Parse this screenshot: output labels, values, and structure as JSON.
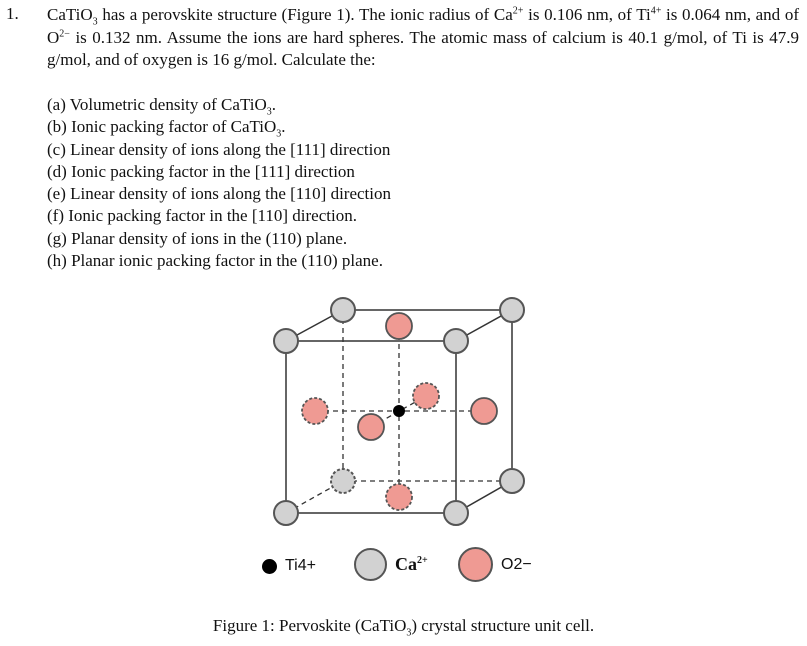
{
  "problem": {
    "number": "1.",
    "formula": "CaTiO",
    "formula_sub": "3",
    "t1": "has a perovskite structure (Figure 1). The ionic radius of Ca",
    "ca_charge": "2+",
    "t2": "is 0.106 nm, of Ti",
    "ti_charge": "4+",
    "t3": "is 0.064 nm, and of O",
    "o_charge": "2−",
    "t4": "is 0.132 nm. Assume the ions are hard spheres. The atomic mass of calcium is 40.1 g/mol, of Ti is 47.9 g/mol, and of oxygen is 16 g/mol. Calculate the:",
    "parts": [
      {
        "pre": "(a) Volumetric density of CaTiO",
        "sub": "3",
        "post": "."
      },
      {
        "pre": "(b) Ionic packing factor of CaTiO",
        "sub": "3",
        "post": "."
      },
      {
        "pre": "(c) Linear density of ions along the [111] direction",
        "sub": "",
        "post": ""
      },
      {
        "pre": "(d) Ionic packing factor in the [111] direction",
        "sub": "",
        "post": ""
      },
      {
        "pre": "(e) Linear density of ions along the [110] direction",
        "sub": "",
        "post": ""
      },
      {
        "pre": "(f) Ionic packing factor in the [110] direction.",
        "sub": "",
        "post": ""
      },
      {
        "pre": "(g) Planar density of ions in the (110) plane.",
        "sub": "",
        "post": ""
      },
      {
        "pre": "(h) Planar ionic packing factor in the (110) plane.",
        "sub": "",
        "post": ""
      }
    ]
  },
  "figure": {
    "colors": {
      "ca": "#d2d2d2",
      "o": "#ef9a93",
      "ti": "#000000",
      "edge": "#333333"
    },
    "legend": {
      "ti_label": "Ti4+",
      "ca_label": "Ca",
      "ca_charge": "2+",
      "o_label": "O2−"
    },
    "caption_pre": "Figure 1: Pervoskite (CaTiO",
    "caption_sub": "3",
    "caption_post": ") crystal structure unit cell."
  }
}
